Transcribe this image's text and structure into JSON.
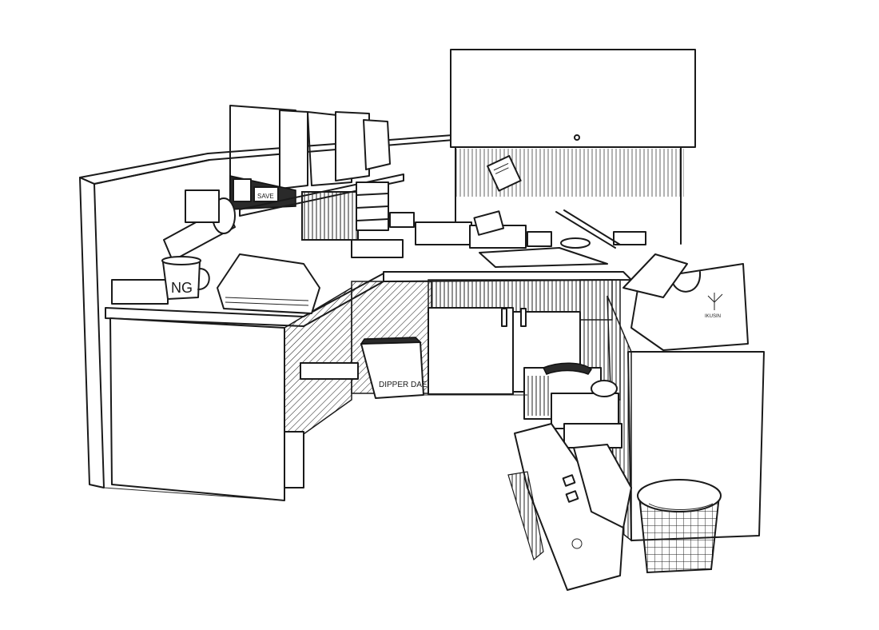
{
  "scene": {
    "title": "Cluttered office cubicle",
    "style": "pen-and-ink sketch",
    "colors": {
      "ink": "#1a1a1a",
      "paper": "#ffffff"
    }
  },
  "labels": {
    "mug_text": "NG",
    "box_text": "DIPPER DAE",
    "file_label": "SAVE",
    "bag_logo_text": "IKUSIN"
  },
  "objects": [
    "cubicle-partition",
    "overhead-cabinet",
    "pinned-note",
    "magazine-files",
    "drawer-unit",
    "desk-lamp",
    "mug",
    "papers-stack",
    "paper-box",
    "under-desk-cupboard",
    "shopping-bag",
    "side-cabinet",
    "suitcase",
    "typewriter-case",
    "waste-basket"
  ]
}
